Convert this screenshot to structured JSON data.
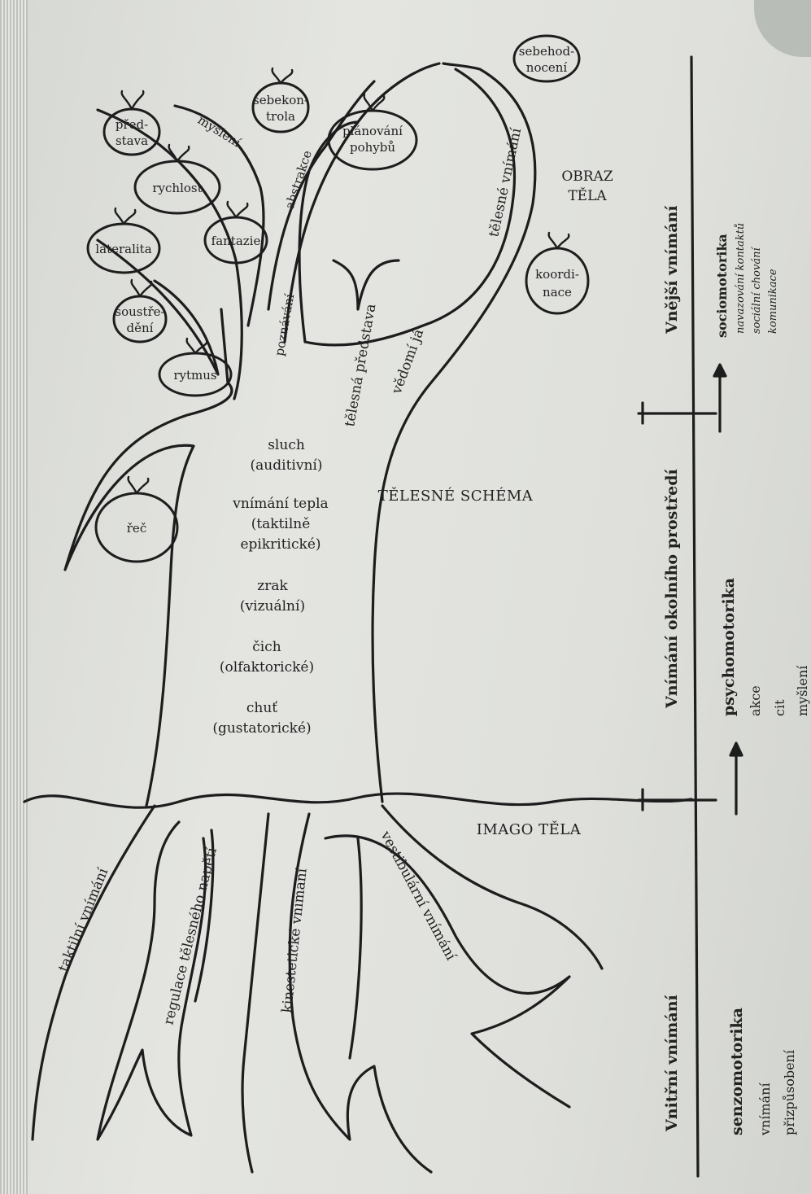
{
  "apples": {
    "predstava": [
      "před-",
      "stava"
    ],
    "rychlost": [
      "rychlost"
    ],
    "lateralita": [
      "lateralita"
    ],
    "fantazie": [
      "fantazie"
    ],
    "soustredeni": [
      "soustře-",
      "dění"
    ],
    "rytmus": [
      "rytmus"
    ],
    "sebekontrola": [
      "sebekon-",
      "trola"
    ],
    "planovani": [
      "plánování",
      "pohybů"
    ],
    "sebehodnoceni": [
      "sebehod-",
      "nocení"
    ],
    "koordinace": [
      "koordi-",
      "nace"
    ],
    "rec": [
      "řeč"
    ]
  },
  "branches": {
    "mysleni": "myšlení",
    "abstrakce": "abstrakce",
    "poznavani": "poznávání",
    "telesna_predstava": "tělesná představa",
    "vedomi_ja": "vědomí já",
    "telesne_vnimani": "tělesné vnímání"
  },
  "obraz_tela": [
    "OBRAZ",
    "TĚLA"
  ],
  "trunk_senses": [
    [
      "sluch",
      "(auditivní)"
    ],
    [
      "vnímání tepla",
      "(taktilně",
      "epikritické)"
    ],
    [
      "zrak",
      "(vizuální)"
    ],
    [
      "čich",
      "(olfaktorické)"
    ],
    [
      "chuť",
      "(gustatorické)"
    ]
  ],
  "telesne_schema": "TĚLESNÉ SCHÉMA",
  "imago_tela": "IMAGO TĚLA",
  "roots": {
    "taktilni": "taktilní vnímání",
    "regulace": "regulace tělesného napětí",
    "kinestezie": "kinestetické vnímání",
    "vestibular": "vestibulární vnímání"
  },
  "side": {
    "vnejsi": "Vnější vnímání",
    "okoli": "Vnímání okolního prostředí",
    "vnitrni": "Vnitřní vnímání",
    "sociomotorika": {
      "title": "sociomotorika",
      "items": [
        "navazování kontaktů",
        "sociální chování",
        "komunikace"
      ]
    },
    "psychomotorika": {
      "title": "psychomotorika",
      "items": [
        "akce",
        "cit",
        "myšlení"
      ]
    },
    "senzomotorika": {
      "title": "senzomotorika",
      "items": [
        "vnímání",
        "přizpůsobení"
      ]
    }
  }
}
